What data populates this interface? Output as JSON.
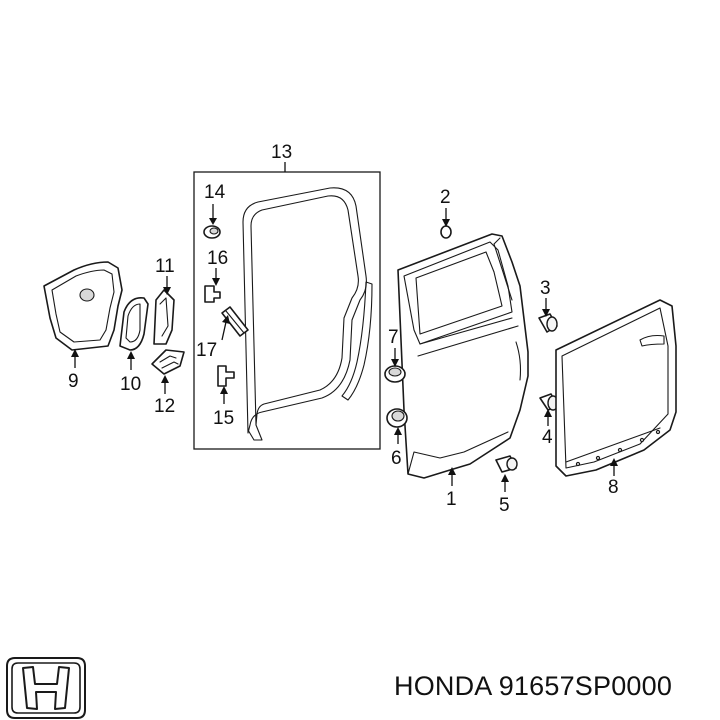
{
  "callouts": {
    "c1": "1",
    "c2": "2",
    "c3": "3",
    "c4": "4",
    "c5": "5",
    "c6": "6",
    "c7": "7",
    "c8": "8",
    "c9": "9",
    "c10": "10",
    "c11": "11",
    "c12": "12",
    "c13": "13",
    "c14": "14",
    "c15": "15",
    "c16": "16",
    "c17": "17"
  },
  "caption": {
    "part_number": "HONDA 91657SP0000"
  },
  "icons": {
    "logo": "honda-h-logo"
  },
  "colors": {
    "line": "#1a1a1a",
    "background": "#ffffff"
  }
}
